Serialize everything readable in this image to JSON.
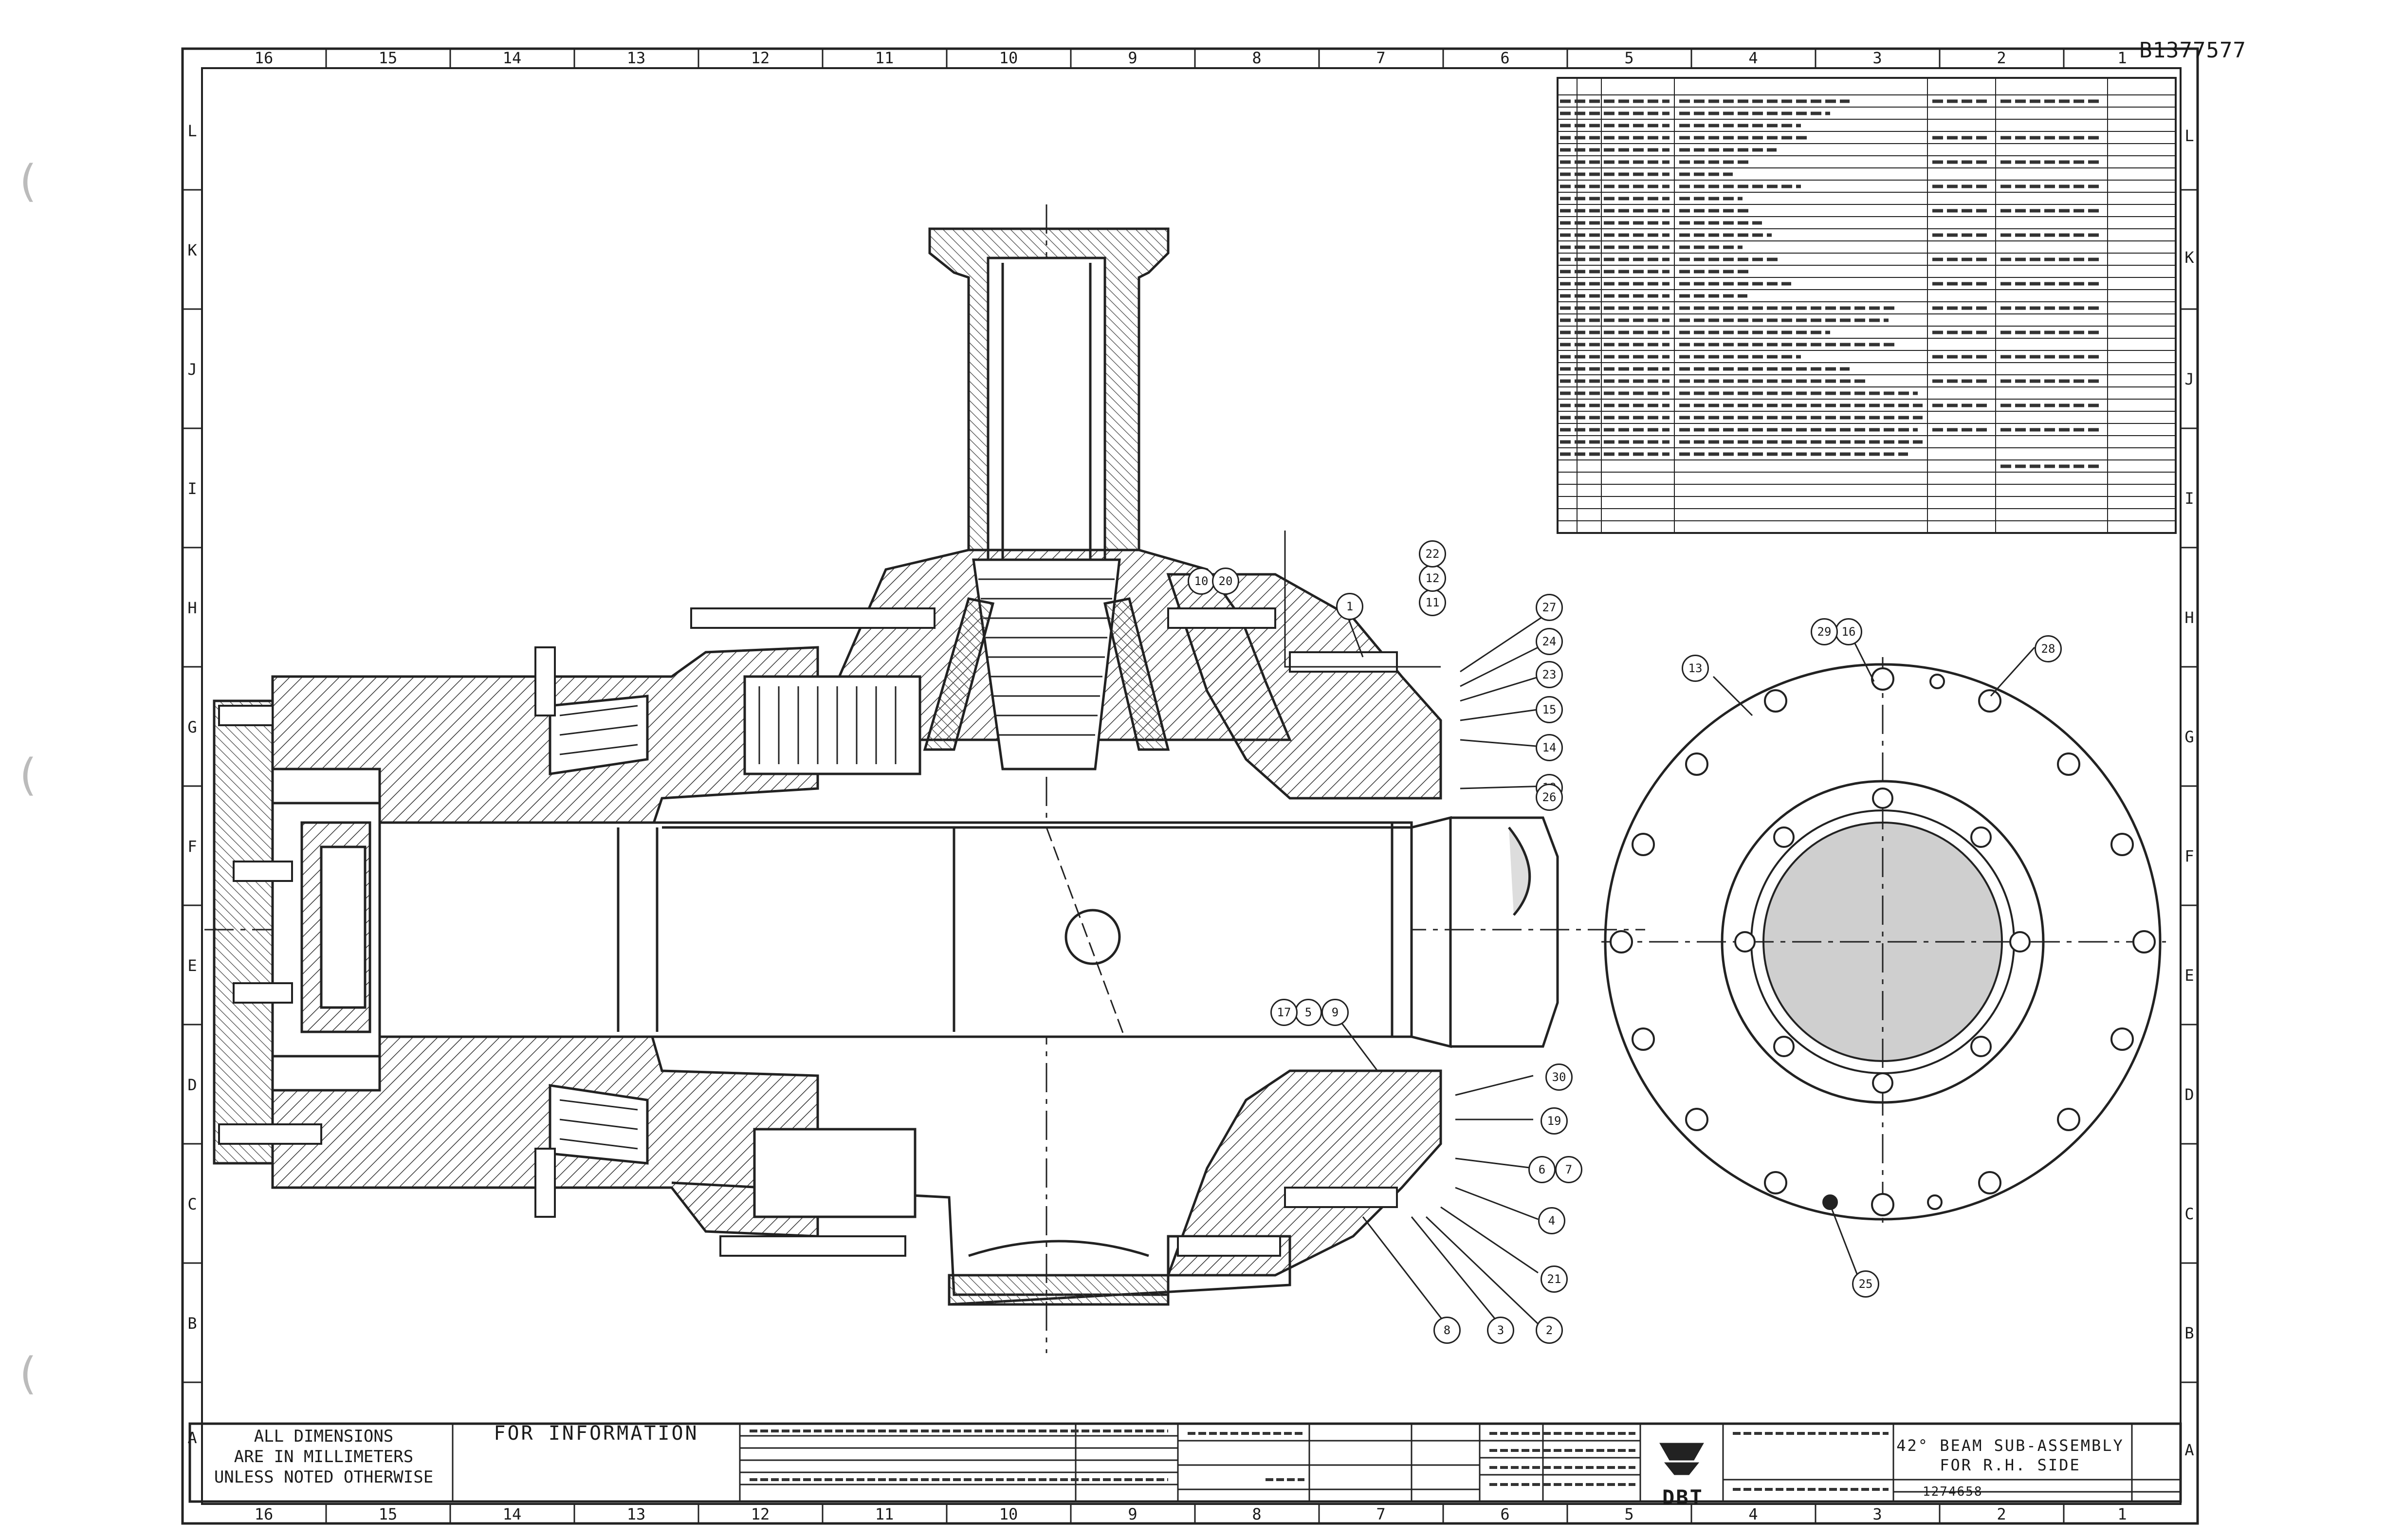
{
  "document_id": "B1377577",
  "border_zones_top": [
    "16",
    "15",
    "14",
    "13",
    "12",
    "11",
    "10",
    "9",
    "8",
    "7",
    "6",
    "5",
    "4",
    "3",
    "2",
    "1"
  ],
  "border_zones_bottom": [
    "16",
    "15",
    "14",
    "13",
    "12",
    "11",
    "10",
    "9",
    "8",
    "7",
    "6",
    "5",
    "4",
    "3",
    "2",
    "1"
  ],
  "border_rows_left": [
    "L",
    "K",
    "J",
    "I",
    "H",
    "G",
    "F",
    "E",
    "D",
    "C",
    "B",
    "A"
  ],
  "border_rows_right": [
    "L",
    "K",
    "J",
    "I",
    "H",
    "G",
    "F",
    "E",
    "D",
    "C",
    "B",
    "A"
  ],
  "notes": {
    "line1": "ALL DIMENSIONS",
    "line2": "ARE IN MILLIMETERS",
    "line3": "UNLESS NOTED OTHERWISE"
  },
  "for_information": "FOR INFORMATION",
  "title_block": {
    "title_line1": "42° BEAM SUB-ASSEMBLY",
    "title_line2": "FOR R.H. SIDE",
    "drawing_number": "1274658",
    "brand": "DBT"
  },
  "balloons": [
    "1",
    "2",
    "3",
    "4",
    "5",
    "6",
    "7",
    "8",
    "9",
    "10",
    "11",
    "12",
    "13",
    "14",
    "15",
    "16",
    "17",
    "18",
    "19",
    "20",
    "21",
    "22",
    "23",
    "24",
    "25",
    "26",
    "27",
    "28",
    "29",
    "30"
  ]
}
